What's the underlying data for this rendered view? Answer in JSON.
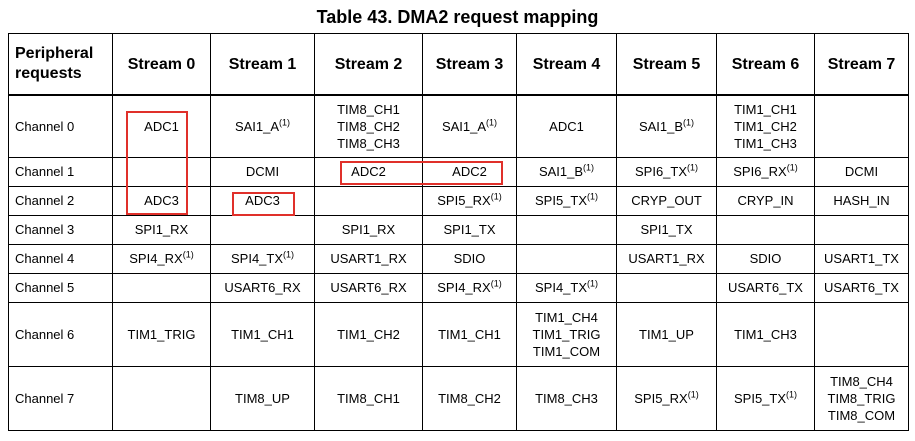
{
  "title": "Table 43. DMA2 request mapping",
  "header": {
    "corner": [
      "Peripheral",
      "requests"
    ],
    "streams": [
      "Stream 0",
      "Stream 1",
      "Stream 2",
      "Stream 3",
      "Stream 4",
      "Stream 5",
      "Stream 6",
      "Stream 7"
    ]
  },
  "rows": [
    {
      "channel": "Channel 0",
      "cells": [
        [
          {
            "t": "ADC1"
          }
        ],
        [
          {
            "t": "SAI1_A",
            "sup": "(1)"
          }
        ],
        [
          {
            "t": "TIM8_CH1"
          },
          {
            "t": "TIM8_CH2"
          },
          {
            "t": "TIM8_CH3"
          }
        ],
        [
          {
            "t": "SAI1_A",
            "sup": "(1)"
          }
        ],
        [
          {
            "t": "ADC1"
          }
        ],
        [
          {
            "t": "SAI1_B",
            "sup": "(1)"
          }
        ],
        [
          {
            "t": "TIM1_CH1"
          },
          {
            "t": "TIM1_CH2"
          },
          {
            "t": "TIM1_CH3"
          }
        ],
        []
      ]
    },
    {
      "channel": "Channel 1",
      "cells": [
        [],
        [
          {
            "t": "DCMI"
          }
        ],
        [
          {
            "t": "ADC2"
          }
        ],
        [
          {
            "t": "ADC2"
          }
        ],
        [
          {
            "t": "SAI1_B",
            "sup": "(1)"
          }
        ],
        [
          {
            "t": "SPI6_TX",
            "sup": "(1)"
          }
        ],
        [
          {
            "t": "SPI6_RX",
            "sup": "(1)"
          }
        ],
        [
          {
            "t": "DCMI"
          }
        ]
      ]
    },
    {
      "channel": "Channel 2",
      "cells": [
        [
          {
            "t": "ADC3"
          }
        ],
        [
          {
            "t": "ADC3"
          }
        ],
        [],
        [
          {
            "t": "SPI5_RX",
            "sup": "(1)"
          }
        ],
        [
          {
            "t": "SPI5_TX",
            "sup": "(1)"
          }
        ],
        [
          {
            "t": "CRYP_OUT"
          }
        ],
        [
          {
            "t": "CRYP_IN"
          }
        ],
        [
          {
            "t": "HASH_IN"
          }
        ]
      ]
    },
    {
      "channel": "Channel 3",
      "cells": [
        [
          {
            "t": "SPI1_RX"
          }
        ],
        [],
        [
          {
            "t": "SPI1_RX"
          }
        ],
        [
          {
            "t": "SPI1_TX"
          }
        ],
        [],
        [
          {
            "t": "SPI1_TX"
          }
        ],
        [],
        []
      ]
    },
    {
      "channel": "Channel 4",
      "cells": [
        [
          {
            "t": "SPI4_RX",
            "sup": "(1)"
          }
        ],
        [
          {
            "t": "SPI4_TX",
            "sup": "(1)"
          }
        ],
        [
          {
            "t": "USART1_RX"
          }
        ],
        [
          {
            "t": "SDIO"
          }
        ],
        [],
        [
          {
            "t": "USART1_RX"
          }
        ],
        [
          {
            "t": "SDIO"
          }
        ],
        [
          {
            "t": "USART1_TX"
          }
        ]
      ]
    },
    {
      "channel": "Channel 5",
      "cells": [
        [],
        [
          {
            "t": "USART6_RX"
          }
        ],
        [
          {
            "t": "USART6_RX"
          }
        ],
        [
          {
            "t": "SPI4_RX",
            "sup": "(1)"
          }
        ],
        [
          {
            "t": "SPI4_TX",
            "sup": "(1)"
          }
        ],
        [],
        [
          {
            "t": "USART6_TX"
          }
        ],
        [
          {
            "t": "USART6_TX"
          }
        ]
      ]
    },
    {
      "channel": "Channel 6",
      "cells": [
        [
          {
            "t": "TIM1_TRIG"
          }
        ],
        [
          {
            "t": "TIM1_CH1"
          }
        ],
        [
          {
            "t": "TIM1_CH2"
          }
        ],
        [
          {
            "t": "TIM1_CH1"
          }
        ],
        [
          {
            "t": "TIM1_CH4"
          },
          {
            "t": "TIM1_TRIG"
          },
          {
            "t": "TIM1_COM"
          }
        ],
        [
          {
            "t": "TIM1_UP"
          }
        ],
        [
          {
            "t": "TIM1_CH3"
          }
        ],
        []
      ]
    },
    {
      "channel": "Channel 7",
      "cells": [
        [],
        [
          {
            "t": "TIM8_UP"
          }
        ],
        [
          {
            "t": "TIM8_CH1"
          }
        ],
        [
          {
            "t": "TIM8_CH2"
          }
        ],
        [
          {
            "t": "TIM8_CH3"
          }
        ],
        [
          {
            "t": "SPI5_RX",
            "sup": "(1)"
          }
        ],
        [
          {
            "t": "SPI5_TX",
            "sup": "(1)"
          }
        ],
        [
          {
            "t": "TIM8_CH4"
          },
          {
            "t": "TIM8_TRIG"
          },
          {
            "t": "TIM8_COM"
          }
        ]
      ]
    }
  ],
  "highlight_color": "#e0302a"
}
